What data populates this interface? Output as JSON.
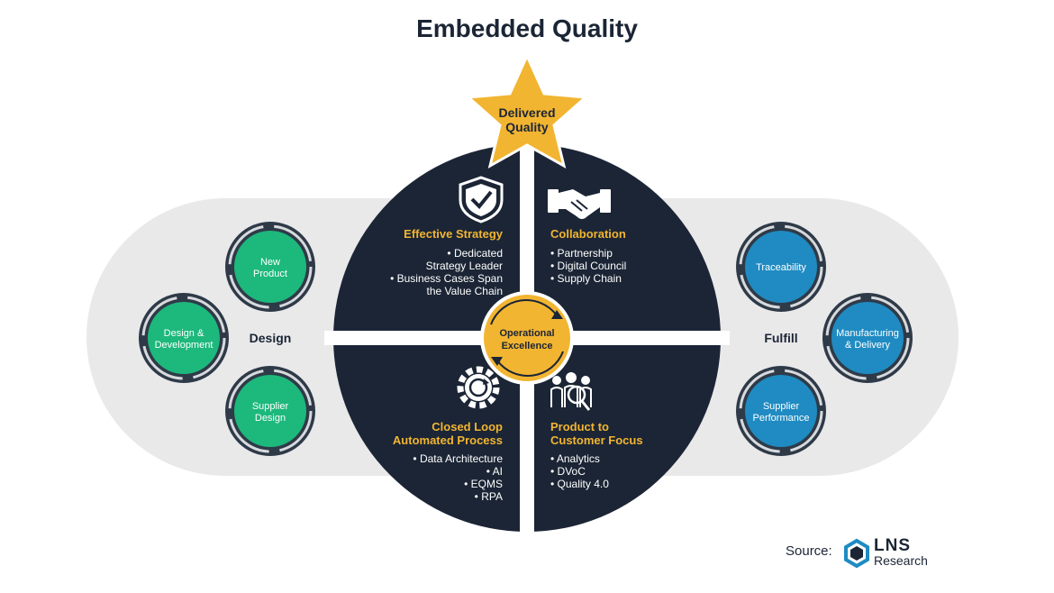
{
  "title": "Embedded Quality",
  "star": {
    "line1": "Delivered",
    "line2": "Quality"
  },
  "center": {
    "line1": "Operational",
    "line2": "Excellence"
  },
  "quadrants": {
    "effective_strategy": {
      "title": "Effective Strategy",
      "bullets": [
        "• Dedicated",
        "Strategy Leader",
        "• Business Cases Span",
        "the Value Chain"
      ],
      "icon": "shield-check-icon"
    },
    "collaboration": {
      "title": "Collaboration",
      "bullets": [
        "• Partnership",
        "• Digital Council",
        "• Supply Chain"
      ],
      "icon": "handshake-icon"
    },
    "closed_loop": {
      "title_line1": "Closed Loop",
      "title_line2": "Automated Process",
      "bullets": [
        "• Data Architecture",
        "• AI",
        "• EQMS",
        "• RPA"
      ],
      "icon": "gear-cycle-icon"
    },
    "customer_focus": {
      "title_line1": "Product to",
      "title_line2": "Customer Focus",
      "bullets": [
        "• Analytics",
        "• DVoC",
        "• Quality 4.0"
      ],
      "icon": "people-search-icon"
    }
  },
  "design": {
    "label": "Design",
    "items": [
      {
        "line1": "New",
        "line2": "Product"
      },
      {
        "line1": "Design &",
        "line2": "Development"
      },
      {
        "line1": "Supplier",
        "line2": "Design"
      }
    ]
  },
  "fulfill": {
    "label": "Fulfill",
    "items": [
      {
        "line1": "Traceability",
        "line2": ""
      },
      {
        "line1": "Manufacturing",
        "line2": "& Delivery"
      },
      {
        "line1": "Supplier",
        "line2": "Performance"
      }
    ]
  },
  "source": {
    "label": "Source:",
    "brand_line1": "LNS",
    "brand_line2": "Research"
  },
  "colors": {
    "navy": "#1b2535",
    "gold": "#f2b531",
    "green": "#1db87c",
    "blue": "#1f8bc2",
    "band": "#e9e9ea",
    "ring": "#2f3a48"
  }
}
